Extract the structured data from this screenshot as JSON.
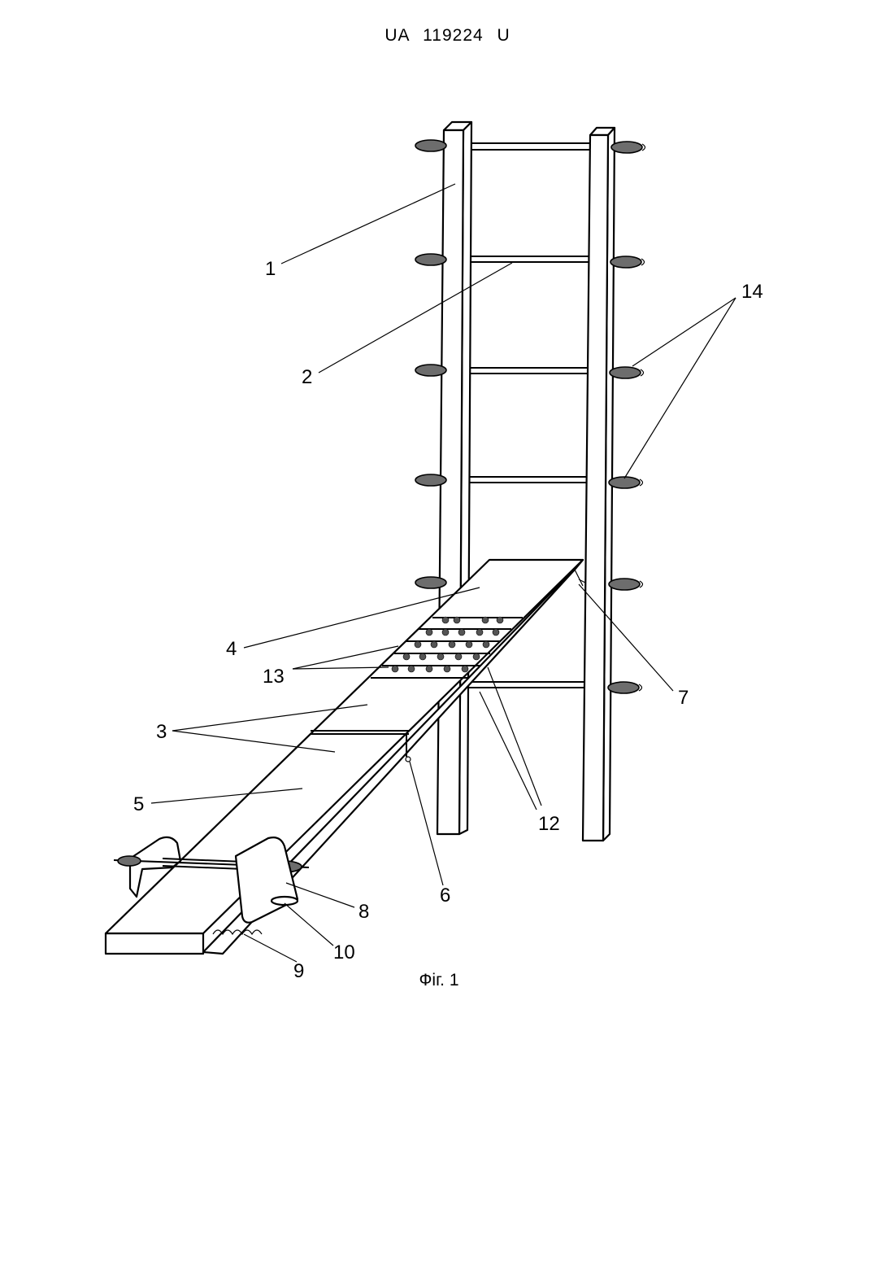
{
  "document": {
    "header": "UA 119224 U",
    "caption": "Фіг. 1"
  },
  "figure": {
    "reference_labels": {
      "r1": "1",
      "r2": "2",
      "r3": "3",
      "r4": "4",
      "r5": "5",
      "r6": "6",
      "r7": "7",
      "r8": "8",
      "r9": "9",
      "r10": "10",
      "r12": "12",
      "r13": "13",
      "r14": "14"
    }
  },
  "colors": {
    "line": "#000000",
    "grip_fill": "#6d6d6d",
    "background": "#ffffff"
  }
}
